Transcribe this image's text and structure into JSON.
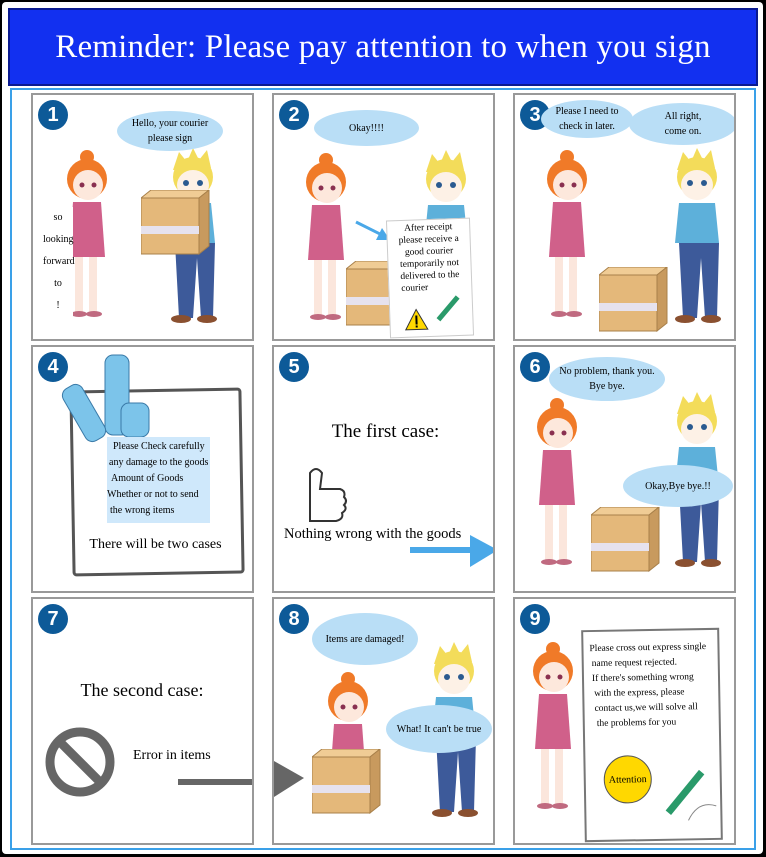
{
  "title": "Reminder: Please pay attention to when you sign",
  "panels": [
    {
      "number": "1",
      "bubble": [
        "Hello, your courier",
        "please sign"
      ],
      "side_text": [
        "so",
        "looking",
        "forward",
        "to",
        "!"
      ]
    },
    {
      "number": "2",
      "bubble": [
        "Okay!!!!"
      ],
      "note": [
        "After receipt",
        "please receive a",
        "good courier",
        "temporarily not",
        "delivered to the",
        "courier"
      ]
    },
    {
      "number": "3",
      "bubble_girl": [
        "Please I need to",
        "check in later."
      ],
      "bubble_boy": [
        "All right,",
        "come on."
      ]
    },
    {
      "number": "4",
      "checklist": [
        "Please Check carefully",
        "any damage to the goods",
        "Amount of Goods",
        "Whether or not to send",
        "the wrong items"
      ],
      "caption": "There will be two cases"
    },
    {
      "number": "5",
      "heading": "The first case:",
      "caption": "Nothing wrong with the goods"
    },
    {
      "number": "6",
      "bubble_girl": [
        "No problem, thank you.",
        "Bye bye."
      ],
      "bubble_boy": [
        "Okay,Bye bye.!!"
      ]
    },
    {
      "number": "7",
      "heading": "The second case:",
      "caption": "Error in items"
    },
    {
      "number": "8",
      "bubble_girl": [
        "Items are damaged!"
      ],
      "bubble_boy": [
        "What! It can't be true"
      ]
    },
    {
      "number": "9",
      "note": [
        "Please cross out express single",
        "name request rejected.",
        "If there's something wrong",
        "with the express, please",
        "contact us,we will solve all",
        "the problems for you"
      ],
      "stamp": "Attention"
    }
  ],
  "colors": {
    "header": "#1230f0",
    "badge": "#0d5a98",
    "bubble": "#b9def6",
    "arrow": "#4aa8e8",
    "stamp": "#ffd800"
  }
}
